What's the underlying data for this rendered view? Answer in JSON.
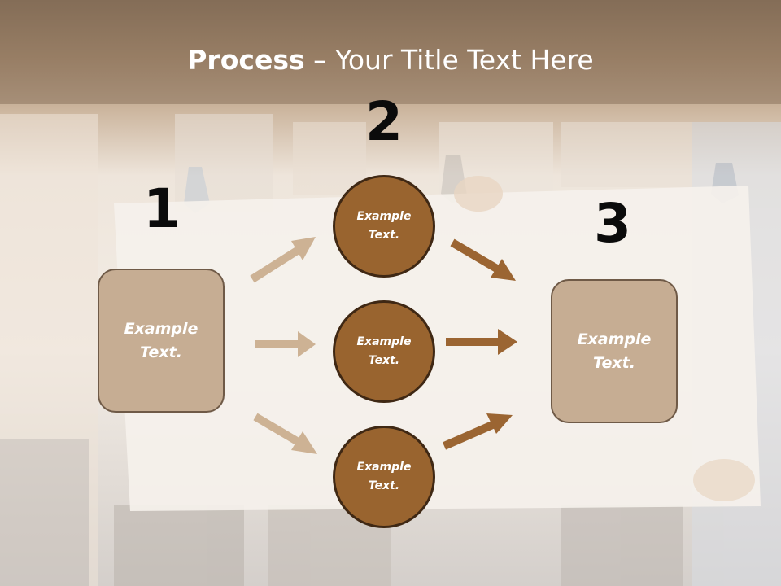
{
  "title": {
    "bold": "Process",
    "rest": " – Your Title Text Here"
  },
  "numbers": {
    "n1": "1",
    "n2": "2",
    "n3": "3"
  },
  "left_box": {
    "line1": "Example",
    "line2": "Text."
  },
  "right_box": {
    "line1": "Example",
    "line2": "Text."
  },
  "circles": [
    {
      "line1": "Example",
      "line2": "Text."
    },
    {
      "line1": "Example",
      "line2": "Text."
    },
    {
      "line1": "Example",
      "line2": "Text."
    }
  ],
  "colors": {
    "header": "#8a735c",
    "box_fill": "#c6ad93",
    "box_border": "#6f5a47",
    "circle_fill": "#99642f",
    "circle_border": "#3f2814",
    "arrow_light": "#cdb294",
    "arrow_dark": "#9b6532"
  }
}
